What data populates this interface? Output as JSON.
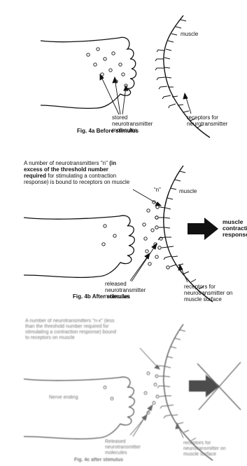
{
  "fig_a": {
    "caption": "Fig. 4a  Before stimulus",
    "muscle_label": "muscle",
    "stored_label": [
      "stored",
      "neurotransmitter",
      "molecules"
    ],
    "receptors_label": [
      "receptors for",
      "neurotransmitter"
    ]
  },
  "fig_b": {
    "caption": "Fig. 4b  After stimulus",
    "intro_line1": "A number of neurotransmitters \"n\"",
    "intro_bold1": "(in",
    "intro_bold2": "excess of the threshold number",
    "intro_bold3": "required",
    "intro_line3_rest": "for stimulating a contraction",
    "intro_line4": "response) is bound to receptors on muscle",
    "n_label": "n",
    "muscle_label": "muscle",
    "response_label": [
      "muscle",
      "contraction",
      "response"
    ],
    "released_label": [
      "released",
      "neurotransmitter",
      "molecules"
    ],
    "receptors_label": [
      "receptors for",
      "neurotransmitter on",
      "muscle surface"
    ]
  },
  "fig_c": {
    "caption": "Fig. 4c  after stimulus",
    "intro": [
      "A number of neurotransmitters \"n-x\" (less",
      "than the threshold number required for",
      "stimulating a contraction response) bound",
      "to receptors on muscle"
    ],
    "nerve_label": "Nerve ending",
    "released_label": [
      "Released",
      "neurotransmitter",
      "molecules"
    ],
    "receptors_label": [
      "receptors for",
      "neurotransmitter on",
      "muscle surface"
    ]
  },
  "colors": {
    "ink": "#111111",
    "faded_ink": "#777777"
  }
}
